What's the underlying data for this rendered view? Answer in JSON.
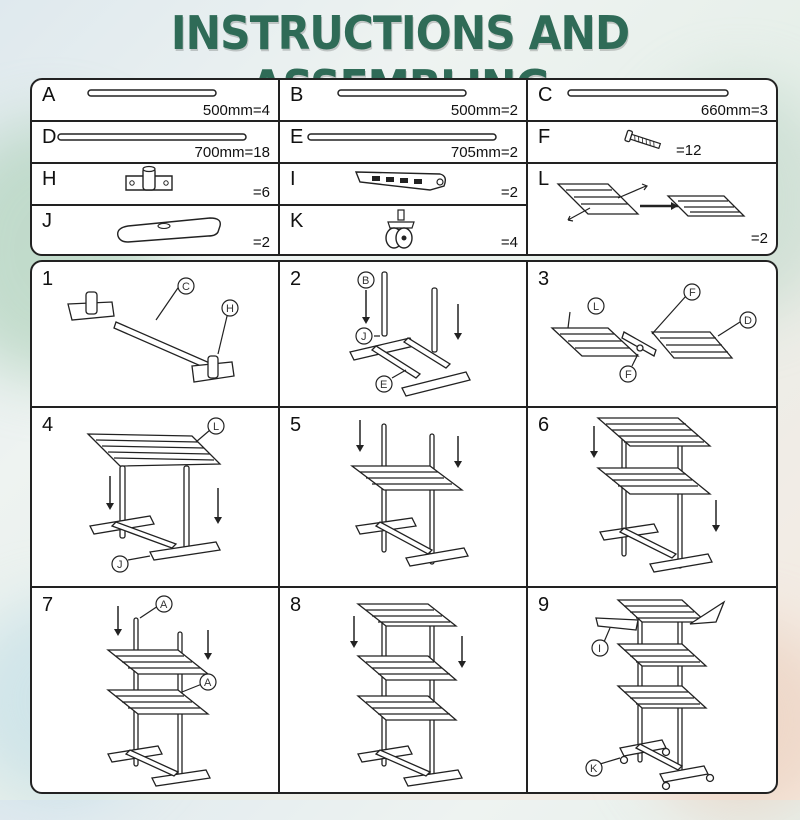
{
  "title": "INSTRUCTIONS AND ASSEMBLING",
  "colors": {
    "title": "#2f6b57",
    "line": "#222222",
    "panel": "#ffffff"
  },
  "parts": [
    {
      "letter": "A",
      "qty": "500mm=4"
    },
    {
      "letter": "B",
      "qty": "500mm=2"
    },
    {
      "letter": "C",
      "qty": "660mm=3"
    },
    {
      "letter": "D",
      "qty": "700mm=18"
    },
    {
      "letter": "E",
      "qty": "705mm=2"
    },
    {
      "letter": "F",
      "qty": "=12"
    },
    {
      "letter": "H",
      "qty": "=6"
    },
    {
      "letter": "I",
      "qty": "=2"
    },
    {
      "letter": "L",
      "qty": "=2"
    },
    {
      "letter": "J",
      "qty": "=2"
    },
    {
      "letter": "K",
      "qty": "=4"
    }
  ],
  "steps": [
    {
      "number": "1",
      "callouts": [
        "C",
        "H"
      ]
    },
    {
      "number": "2",
      "callouts": [
        "B",
        "J",
        "E"
      ]
    },
    {
      "number": "3",
      "callouts": [
        "L",
        "F",
        "D",
        "F"
      ]
    },
    {
      "number": "4",
      "callouts": [
        "L",
        "J"
      ]
    },
    {
      "number": "5",
      "callouts": []
    },
    {
      "number": "6",
      "callouts": []
    },
    {
      "number": "7",
      "callouts": [
        "A",
        "A"
      ]
    },
    {
      "number": "8",
      "callouts": []
    },
    {
      "number": "9",
      "callouts": [
        "I",
        "K"
      ]
    }
  ]
}
